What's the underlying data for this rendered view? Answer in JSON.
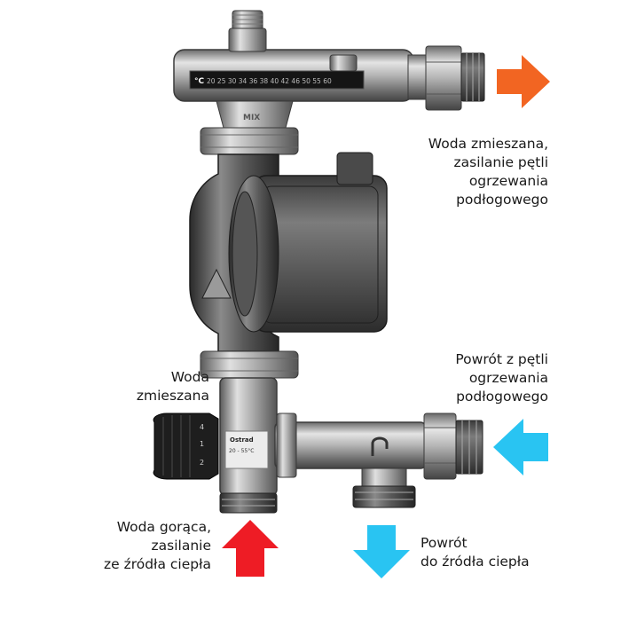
{
  "labels": {
    "mixed_supply": [
      "Woda zmieszana,",
      "zasilanie pętli",
      "ogrzewania",
      "podłogowego"
    ],
    "return_loop": [
      "Powrót z pętli",
      "ogrzewania",
      "podłogowego"
    ],
    "mixed_water": [
      "Woda",
      "zmieszana"
    ],
    "hot_supply": [
      "Woda gorąca,",
      "zasilanie",
      "ze źródła ciepła"
    ],
    "return_source": [
      "Powrót",
      "do źródła ciepła"
    ]
  },
  "device_text": {
    "thermometer_unit": "°C",
    "thermometer_scale": "20 25 30 34 36 38 40 42 46 50 55 60",
    "mix_mark": "MIX",
    "valve_brand": "Ostrad",
    "valve_range": "20 - 55°C",
    "knob_marks": [
      "4",
      "1",
      "2"
    ]
  },
  "arrows": {
    "outlet_color": "#f26522",
    "return_in_color": "#29c4f2",
    "hot_in_color": "#ee1c25",
    "return_out_color": "#29c4f2"
  }
}
